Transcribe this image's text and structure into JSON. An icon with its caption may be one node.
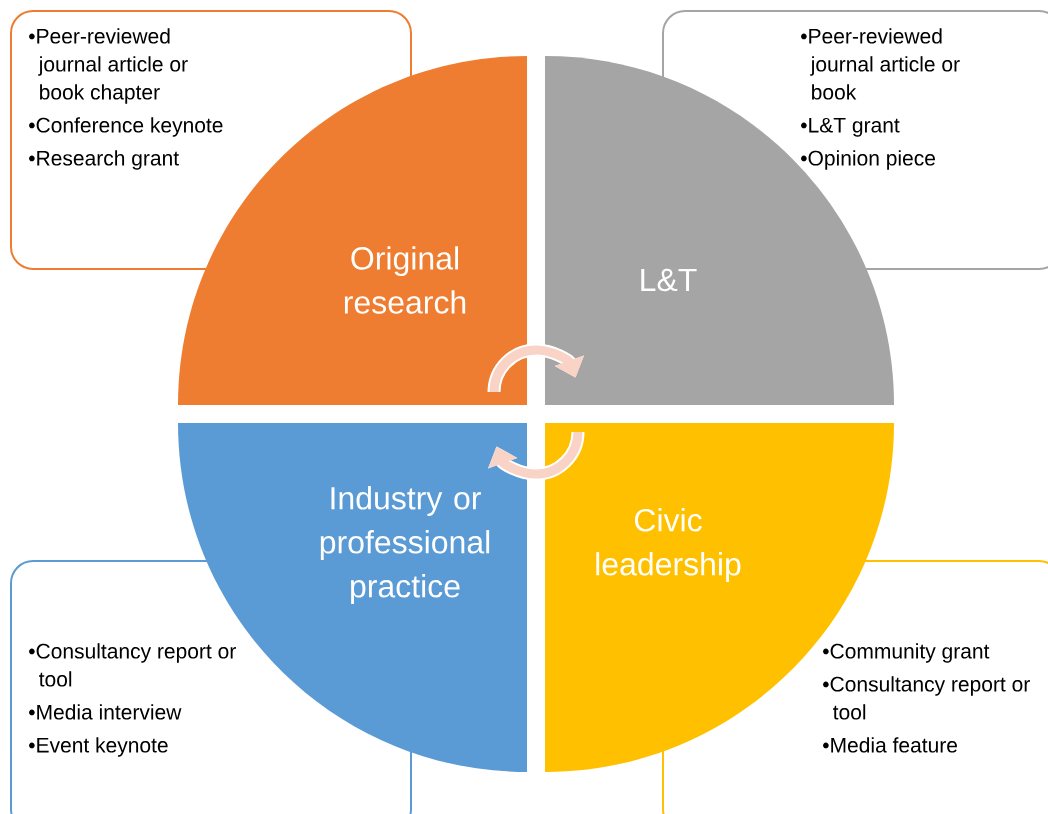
{
  "diagram": {
    "nodes": [
      {
        "text": [
          "Original research"
        ]
      },
      {
        "text": [
          "L&T"
        ]
      },
      {
        "text": [
          "Industry or professional practice"
        ]
      },
      {
        "text": [
          "Civic leadership"
        ]
      },
      {
        "text": [
          "•Peer-reviewed journal article or book chapter",
          "•Conference keynote",
          "•Research grant"
        ]
      },
      {
        "text": [
          "•Peer-reviewed journal article or book",
          "•L&T grant",
          "•Opinion piece"
        ]
      },
      {
        "text": [
          "•Consultancy report or tool",
          "•Media interview",
          "•Event keynote"
        ]
      },
      {
        "text": [
          "•Community grant",
          "•Consultancy report or tool",
          "•Media feature"
        ]
      }
    ],
    "edges": [
      {
        "from": 0,
        "to": 1,
        "arrow": "to"
      },
      {
        "from": 3,
        "to": 2,
        "arrow": "to"
      }
    ]
  }
}
